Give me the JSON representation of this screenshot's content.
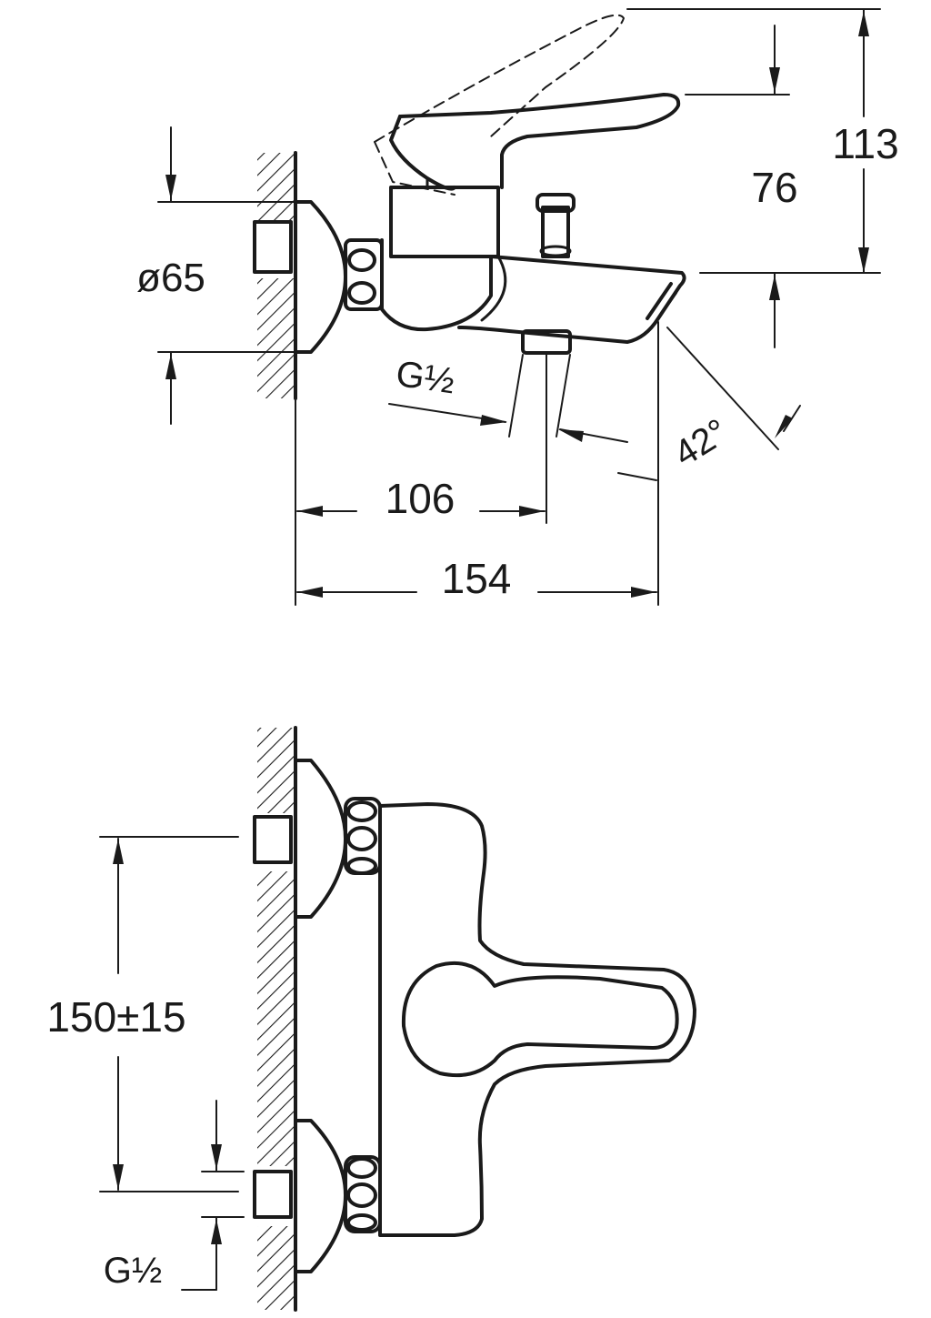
{
  "side_view": {
    "dim_height_total": "113",
    "dim_height_spout": "76",
    "dim_flange_diameter": "ø65",
    "dim_thread_outlet": "G½",
    "dim_outlet_offset": "106",
    "dim_overall_depth": "154",
    "dim_spout_angle": "42°"
  },
  "front_view": {
    "dim_inlet_spacing": "150±15",
    "dim_thread_inlet": "G½"
  }
}
